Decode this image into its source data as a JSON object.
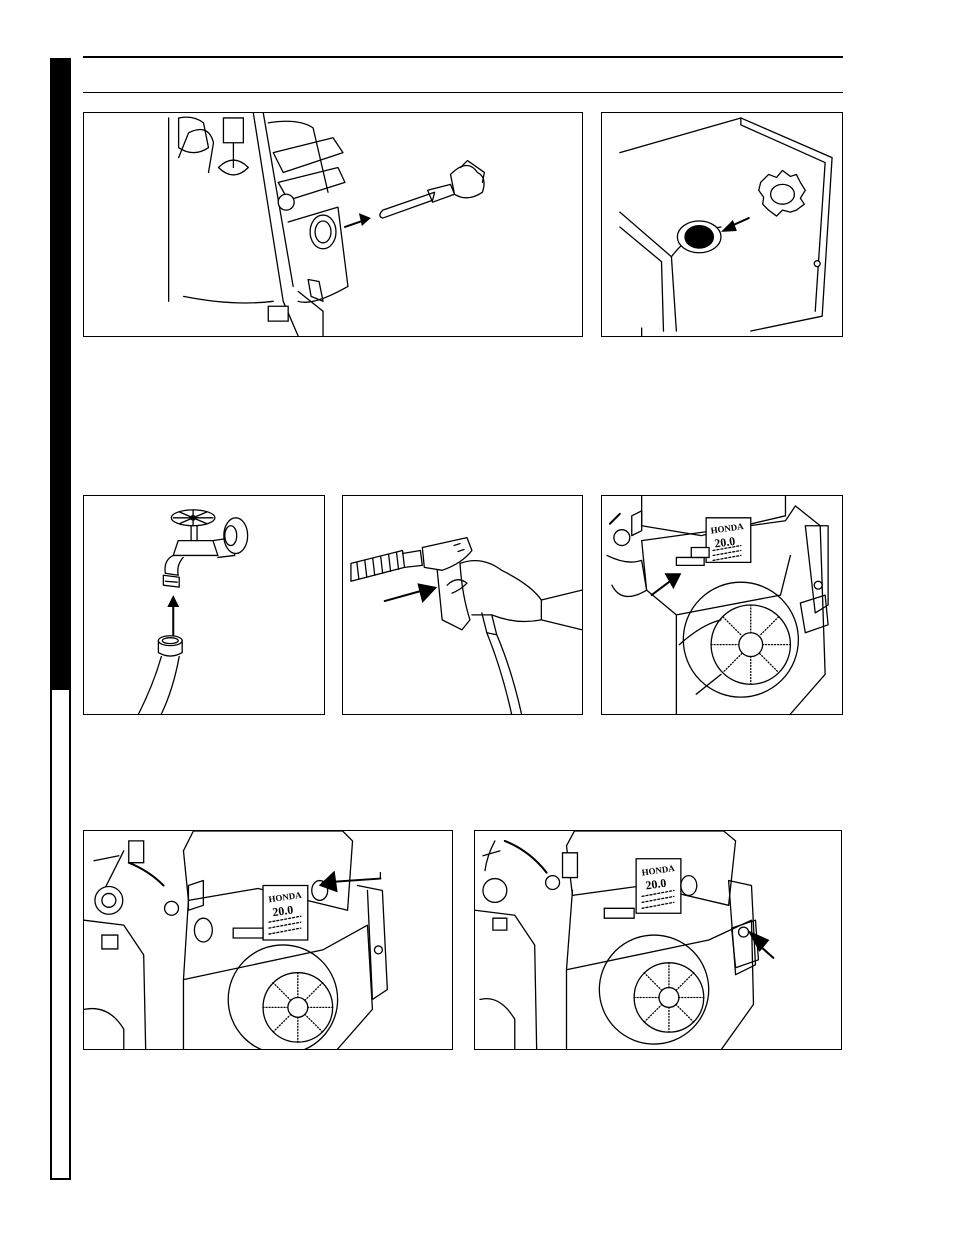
{
  "figures": [
    {
      "id": "dipstick",
      "logo": {
        "brand": "",
        "model": ""
      }
    },
    {
      "id": "fuel-cap",
      "logo": {
        "brand": "",
        "model": ""
      }
    },
    {
      "id": "faucet-hose",
      "logo": {
        "brand": "",
        "model": ""
      }
    },
    {
      "id": "spray-gun",
      "logo": {
        "brand": "",
        "model": ""
      }
    },
    {
      "id": "engine-switch",
      "logo": {
        "brand": "HONDA",
        "model": "20.0"
      }
    },
    {
      "id": "engine-choke",
      "logo": {
        "brand": "HONDA",
        "model": "20.0"
      }
    },
    {
      "id": "engine-fuel-valve",
      "logo": {
        "brand": "HONDA",
        "model": "20.0"
      }
    }
  ],
  "colors": {
    "ink": "#000000",
    "paper": "#ffffff"
  },
  "icons": [
    "arrow-icon"
  ]
}
